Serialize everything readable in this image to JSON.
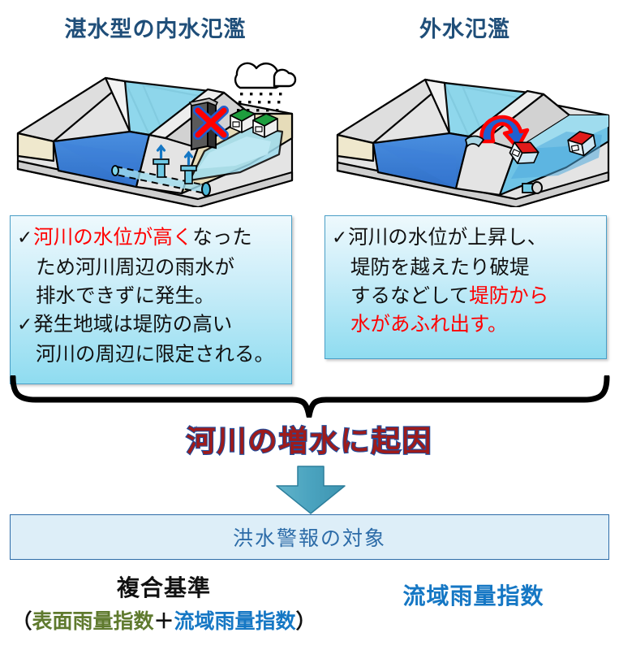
{
  "titles": {
    "left": "湛水型の内水氾濫",
    "right": "外水氾濫",
    "color": "#1f4e79"
  },
  "left_description": {
    "bullet1": {
      "check": "✓",
      "red_part": "河川の水位が高く",
      "black_part": "なった",
      "line2": "ため河川周辺の雨水が",
      "line3": "排水できずに発生。"
    },
    "bullet2": {
      "check": "✓",
      "line1": "発生地域は堤防の高い",
      "line2": "河川の周辺に限定される。"
    }
  },
  "right_description": {
    "bullet1": {
      "check": "✓",
      "line1": "河川の水位が上昇し、",
      "line2": "堤防を越えたり破堤",
      "line3_black": "するなどして",
      "line3_red": "堤防から",
      "line4_red": "水があふれ出す。"
    }
  },
  "center": {
    "headline": "河川の増水に起因",
    "headline_fill": "#9e1b1b",
    "headline_outline": "#1f4e9e",
    "arrow_color": "#4aa3bf"
  },
  "target_box": {
    "label": "洪水警報の対象",
    "text_color": "#2d6ca8",
    "fill": "#ddeef8",
    "border": "#2d6ca8"
  },
  "bottom": {
    "composite_title": "複合基準",
    "formula_open": "（",
    "formula_surface": "表面雨量指数",
    "formula_plus": "＋",
    "formula_basin": "流域雨量指数",
    "formula_close": "）",
    "surface_color": "#5f7a2e",
    "basin_color": "#1577c4",
    "basin_index_label": "流域雨量指数"
  },
  "illustration_left": {
    "name": "inland-flooding-diagram",
    "elements": [
      "river-channel",
      "levee",
      "closed-floodgate",
      "red-x-mark",
      "green-roof-house",
      "green-roof-house",
      "rain-cloud",
      "rain-drops",
      "drainage-pipe",
      "pipe-inlet",
      "pipe-inlet",
      "ponded-water"
    ],
    "water_deep": "#3d7fd9",
    "water_surface": "#7fd4e8",
    "ground": "#d9d9d9",
    "sediment": "#e8dfc0",
    "roof": "#1e9e3e",
    "x_mark": "#ff0000"
  },
  "illustration_right": {
    "name": "river-overflow-diagram",
    "elements": [
      "river-channel",
      "levee",
      "overtopping-arrow",
      "red-roof-house",
      "red-roof-house",
      "floodwater",
      "outfall-pipe"
    ],
    "water_deep": "#3d7fd9",
    "water_surface": "#7fd4e8",
    "ground": "#d9d9d9",
    "roof": "#e01b1b",
    "arrow_fill": "#1f5fd0",
    "arrow_stroke": "#ff0000"
  }
}
